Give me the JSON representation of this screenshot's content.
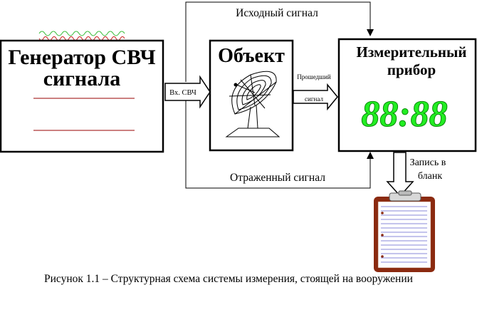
{
  "blocks": {
    "generator": {
      "line1": "Генератор СВЧ",
      "line2": "сигнала"
    },
    "object": {
      "title": "Объект"
    },
    "meter": {
      "line1": "Измерительный",
      "line2": "прибор",
      "display": "88:88"
    }
  },
  "arrows": {
    "input": "Вх. СВЧ",
    "passed_line1": "Прошедший",
    "passed_line2": "сигнал",
    "source": "Исходный сигнал",
    "reflected": "Отраженный сигнал",
    "record_line1": "Запись в",
    "record_line2": "бланк"
  },
  "caption": "Рисунок 1.1 – Структурная схема системы измерения, стоящей на вооружении",
  "colors": {
    "display_digits": "#22ee22",
    "wave_green": "#33bb33",
    "wave_red": "#cc2222",
    "generator_lines": "#990000",
    "clipboard": "#8b2a10",
    "paper_lines": "#6666cc"
  }
}
